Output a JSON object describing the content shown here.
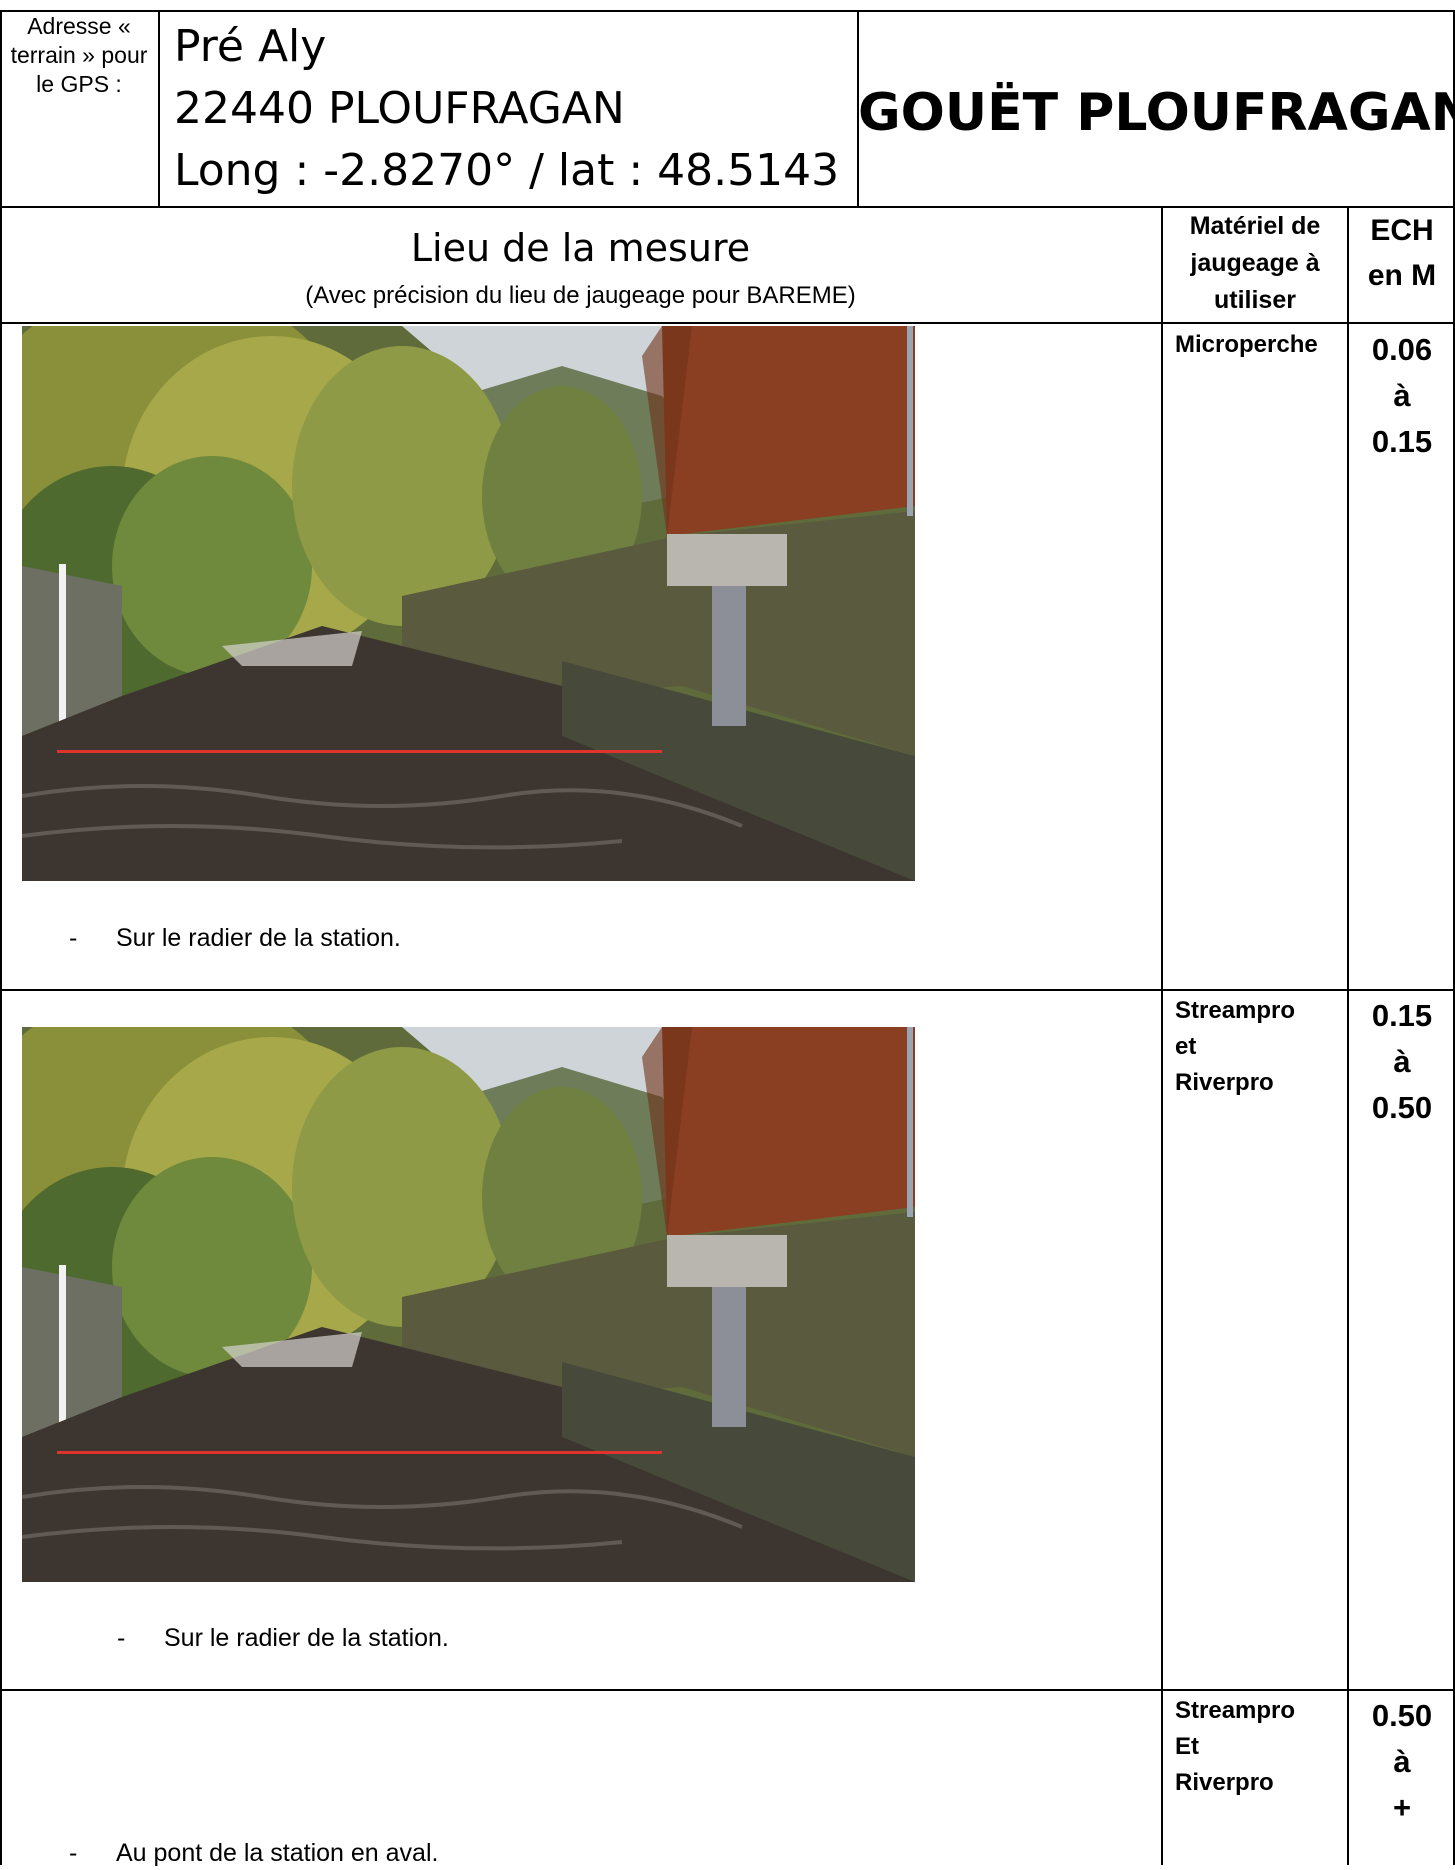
{
  "header": {
    "address_label": "Adresse « terrain » pour le GPS :",
    "address_lines": [
      "Pré Aly",
      "22440 PLOUFRAGAN",
      "Long : -2.8270° / lat : 48.5143"
    ],
    "site_title": "GOUËT  PLOUFRAGAN"
  },
  "columns": {
    "location_title": "Lieu de la mesure",
    "location_subtitle": "(Avec précision du lieu de jaugeage pour BAREME)",
    "equipment": "Matériel de jaugeage à utiliser",
    "range": "ECH en M"
  },
  "rows": [
    {
      "caption_dash": "-",
      "caption": "Sur le radier de la station.",
      "equipment_lines": [
        "Microperche"
      ],
      "range": {
        "from": "0.06",
        "sep": "à",
        "to": "0.15"
      }
    },
    {
      "caption_dash": "-",
      "caption": "Sur le radier de la station.",
      "equipment_lines": [
        "Streampro",
        "et",
        "Riverpro"
      ],
      "range": {
        "from": "0.15",
        "sep": "à",
        "to": "0.50"
      }
    },
    {
      "caption_dash": "-",
      "caption": "Au pont de la station en aval.",
      "equipment_lines": [
        "Streampro",
        "Et",
        "Riverpro"
      ],
      "range": {
        "from": "0.50",
        "sep": "à",
        "to": "+"
      }
    }
  ]
}
